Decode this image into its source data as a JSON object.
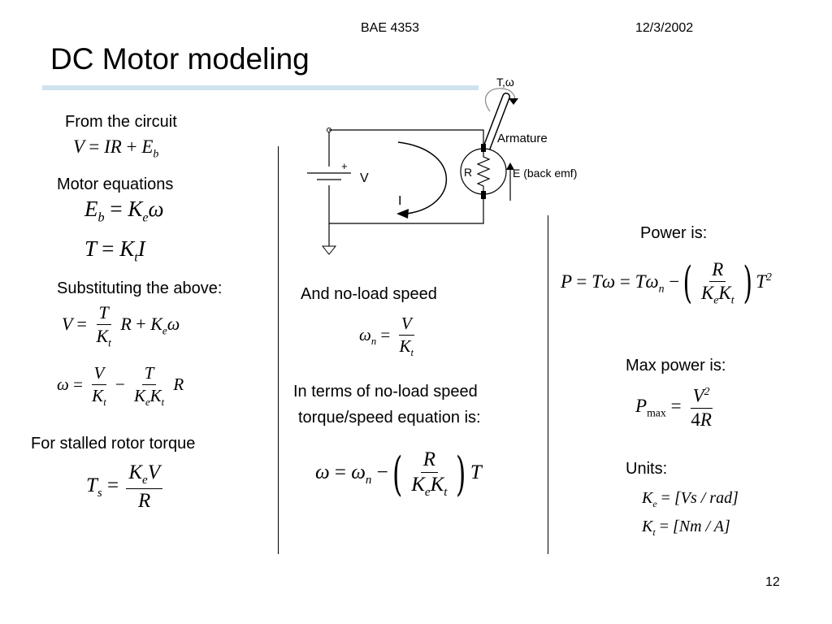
{
  "header": {
    "course": "BAE 4353",
    "date": "12/3/2002"
  },
  "title": "DC Motor modeling",
  "page_number": "12",
  "labels": {
    "from_circuit": "From the circuit",
    "motor_equations": "Motor equations",
    "substituting": "Substituting the above:",
    "stalled": "For stalled rotor torque",
    "no_load": "And no-load speed",
    "in_terms_1": "In terms of no-load speed",
    "in_terms_2": "torque/speed equation is:",
    "power_is": "Power is:",
    "max_power": "Max power is:",
    "units": "Units:"
  },
  "circuit": {
    "torque_speed": "T,ω",
    "armature": "Armature",
    "plus": "+",
    "voltage": "V",
    "resistor": "R",
    "current": "I",
    "back_emf": "E (back emf)"
  },
  "units": {
    "ke": "[Vs / rad]",
    "kt": "[Nm / A]"
  }
}
